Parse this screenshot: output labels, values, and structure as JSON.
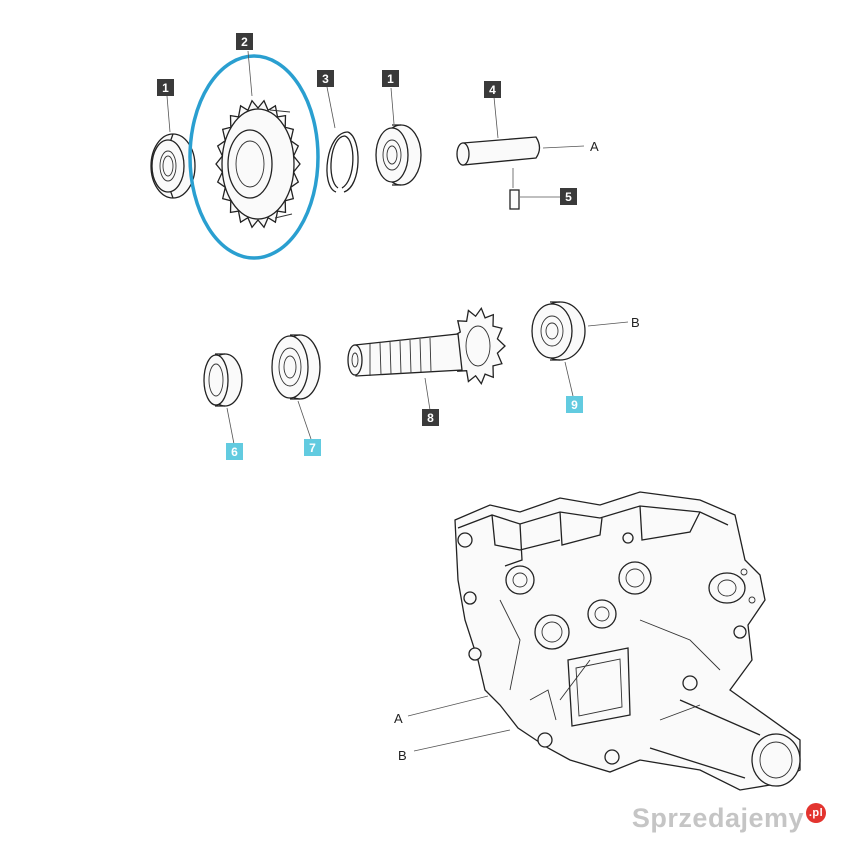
{
  "colors": {
    "highlight_ring": "#2a9fd0",
    "dark_label_bg": "#3a3a3a",
    "cyan_label_bg": "#62cbe0",
    "line": "#222222",
    "watermark_dot": "#e3342f"
  },
  "labels": {
    "l1a": "1",
    "l2": "2",
    "l3": "3",
    "l1b": "1",
    "l4": "4",
    "l5": "5",
    "l6": "6",
    "l7": "7",
    "l8": "8",
    "l9": "9"
  },
  "letters": {
    "a_top": "A",
    "b_right": "B",
    "a_housing": "A",
    "b_housing": "B"
  },
  "watermark": {
    "text": "Sprzedajemy",
    "suffix": ".pl"
  }
}
